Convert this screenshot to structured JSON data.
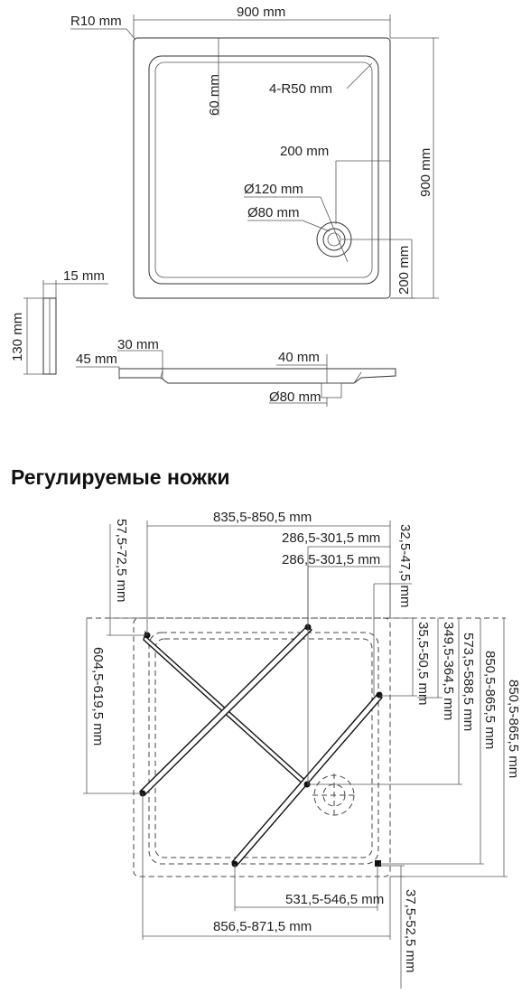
{
  "top_view": {
    "corner_radius": "R10 mm",
    "width": "900 mm",
    "inner_offset": "60 mm",
    "inner_radius": "4-R50 mm",
    "drain_offset_x": "200 mm",
    "drain_outer_diameter": "Ø120 mm",
    "drain_inner_diameter": "Ø80 mm",
    "drain_offset_y": "200 mm",
    "height": "900 mm"
  },
  "section_view": {
    "rim_width": "15 mm",
    "side_height": "130 mm",
    "offset_30": "30 mm",
    "offset_45": "45 mm",
    "drain_depth": "40 mm",
    "drain_diameter": "Ø80 mm"
  },
  "legs_section": {
    "heading": "Регулируемые ножки",
    "dim_top": "835,5-850,5 mm",
    "dim_286_a": "286,5-301,5 mm",
    "dim_286_b": "286,5-301,5 mm",
    "dim_left_57": "57,5-72,5 mm",
    "dim_left_604": "604,5-619,5 mm",
    "dim_right_32": "32,5-47,5 mm",
    "dim_right_35": "35,5-50,5 mm",
    "dim_right_349": "349,5-364,5 mm",
    "dim_right_573": "573,5-588,5 mm",
    "dim_right_850": "850,5-865,5 mm",
    "dim_right_850b": "850,5-865,5 mm",
    "dim_bottom_531": "531,5-546,5 mm",
    "dim_bottom_856": "856,5-871,5 mm",
    "dim_bottom_37": "37,5-52,5 mm"
  }
}
